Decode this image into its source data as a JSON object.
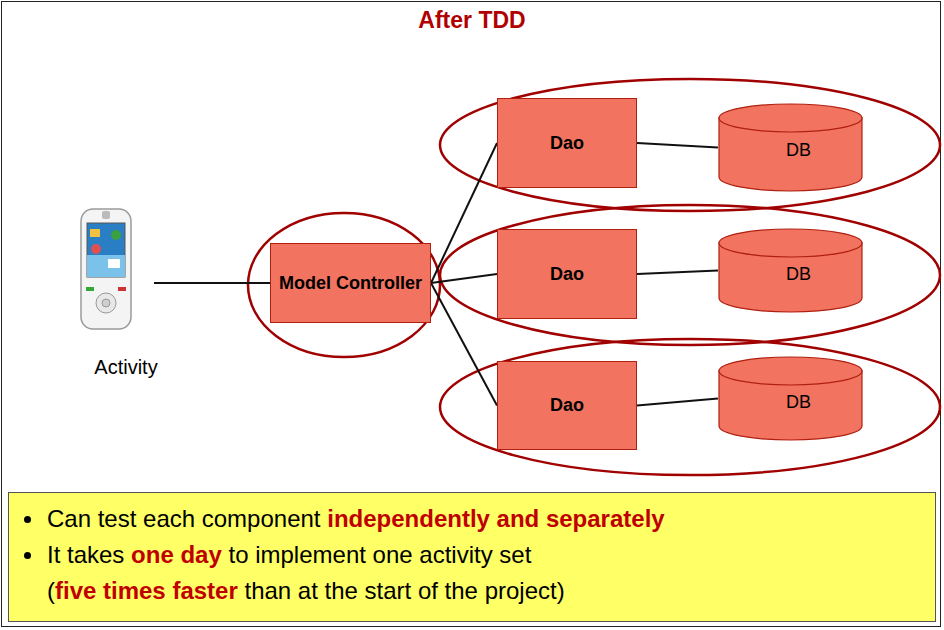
{
  "diagram": {
    "title": "After TDD",
    "nodes": [
      {
        "text": [
          "Activity"
        ]
      },
      {
        "text": [
          "Model Controller"
        ]
      },
      {
        "text": [
          "Dao"
        ]
      },
      {
        "text": [
          "Dao"
        ]
      },
      {
        "text": [
          "Dao"
        ]
      },
      {
        "text": [
          "DB"
        ]
      },
      {
        "text": [
          "DB"
        ]
      },
      {
        "text": [
          "DB"
        ]
      },
      {
        "text": [
          "Can test each component",
          "independently and separately",
          "It takes",
          "one day",
          "to implement one activity set",
          "(",
          "five times faster",
          "than at the start of the project)"
        ]
      }
    ],
    "edges": [
      {
        "from": 0,
        "to": 1,
        "arrow": "none"
      },
      {
        "from": 1,
        "to": 2,
        "arrow": "none"
      },
      {
        "from": 1,
        "to": 3,
        "arrow": "none"
      },
      {
        "from": 1,
        "to": 4,
        "arrow": "none"
      },
      {
        "from": 2,
        "to": 5,
        "arrow": "none"
      },
      {
        "from": 3,
        "to": 6,
        "arrow": "none"
      },
      {
        "from": 4,
        "to": 7,
        "arrow": "none"
      }
    ]
  }
}
